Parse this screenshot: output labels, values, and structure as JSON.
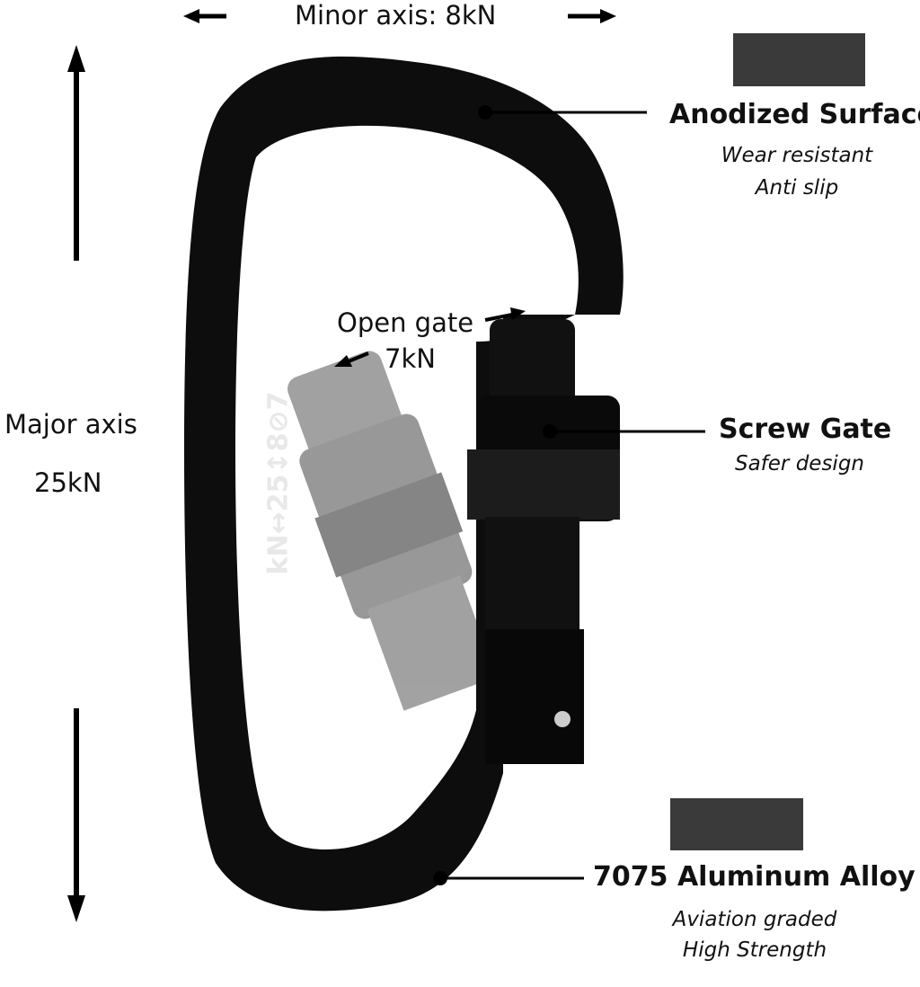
{
  "minor_axis": {
    "label": "Minor axis: 8kN"
  },
  "major_axis": {
    "label_line1": "Major axis",
    "label_line2": "25kN"
  },
  "open_gate": {
    "label_line1": "Open gate",
    "label_line2": "7kN"
  },
  "features": [
    {
      "title": "Anodized Surface",
      "lines": [
        "Wear resistant",
        "Anti slip"
      ],
      "swatch_color": "#3a3a3a"
    },
    {
      "title": "Screw Gate",
      "lines": [
        "Safer design"
      ]
    },
    {
      "title": "7075 Aluminum Alloy",
      "lines": [
        "Aviation graded",
        "High Strength"
      ],
      "swatch_color": "#3a3a3a"
    }
  ],
  "spine_marking": "kN↔25↕8⊘7",
  "colors": {
    "carabiner": "#0d0d0d",
    "ghost_gate": "#7a7a7a",
    "text": "#111111"
  }
}
